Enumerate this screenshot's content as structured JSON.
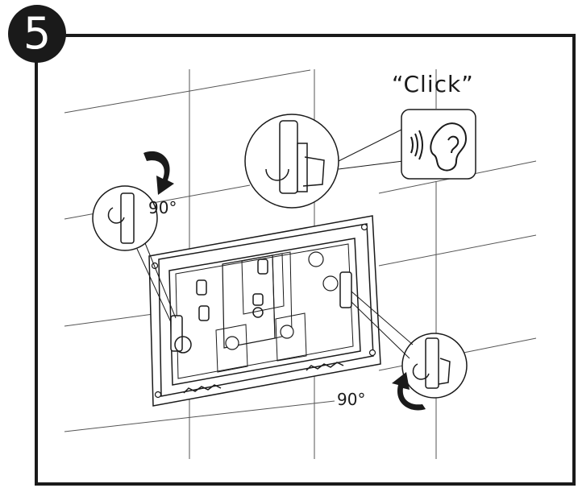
{
  "step": {
    "number": "5"
  },
  "callouts": {
    "sound": "“Click”",
    "rotation_left": "90°",
    "rotation_right": "90°"
  },
  "icons": {
    "sound": "sound-waves-icon",
    "ear": "ear-icon",
    "rotate": "curved-arrow-icon",
    "screw": "screw-icon"
  },
  "colors": {
    "line": "#1a1a1a",
    "badge": "#1a1a1a",
    "arrow": "#1a1a1a",
    "background": "#ffffff"
  }
}
